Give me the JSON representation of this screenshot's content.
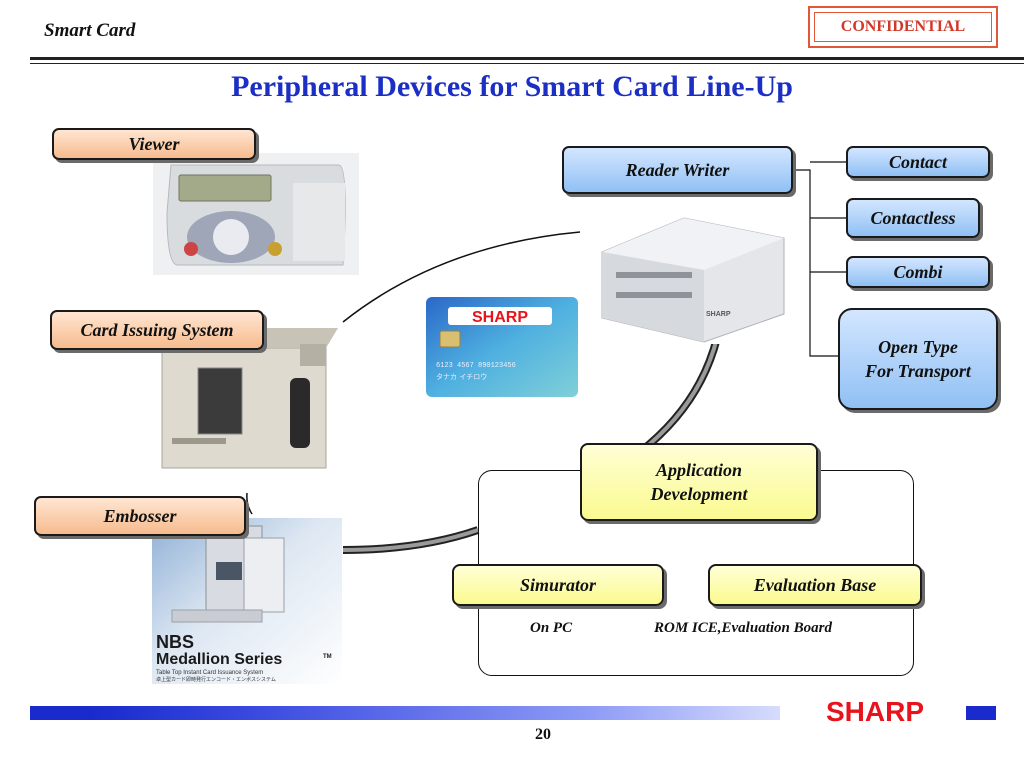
{
  "header": {
    "brand": "Smart Card",
    "confidential": "CONFIDENTIAL",
    "title": "Peripheral Devices for Smart Card Line-Up"
  },
  "devices": {
    "viewer": "Viewer",
    "card_issuing": "Card Issuing System",
    "embosser": "Embosser",
    "reader_writer": "Reader Writer"
  },
  "reader_types": {
    "contact": "Contact",
    "contactless": "Contactless",
    "combi": "Combi",
    "open_type_line1": "Open Type",
    "open_type_line2": "For Transport"
  },
  "development": {
    "app_line1": "Application",
    "app_line2": "Development",
    "simulator": "Simurator",
    "simulator_note": "On PC",
    "eval": "Evaluation Base",
    "eval_note": "ROM ICE,Evaluation Board"
  },
  "card": {
    "logo": "SHARP",
    "number": "6123 4567 890123456",
    "name": "タナカ イチロウ"
  },
  "embosser_photo": {
    "line1": "NBS",
    "line2": "Medallion Series",
    "tm": "TM",
    "sub1": "Table Top Instant Card Issuance System",
    "sub2": "卓上型カード即時発行エンコード・エンボスシステム"
  },
  "footer": {
    "logo": "SHARP",
    "page": "20"
  },
  "colors": {
    "title": "#1c2fc4",
    "confidential": "#d2382a",
    "orange_box": "#f6bb8e",
    "blue_box": "#90c0f4",
    "yellow_box": "#fafa90",
    "logo_red": "#e8141c"
  }
}
